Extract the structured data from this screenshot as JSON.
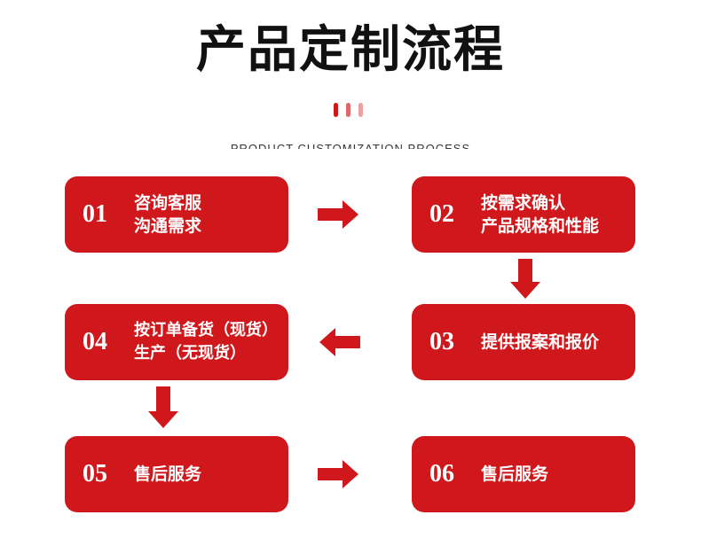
{
  "title": "产品定制流程",
  "subtitle": "PRODUCT CUSTOMIZATION PROCESS",
  "colors": {
    "accent": "#d0181c",
    "bar_1": "#d0181c",
    "bar_2": "#e0666a",
    "bar_3": "#eba0a2"
  },
  "steps": [
    {
      "num": "01",
      "lines": [
        "咨询客服",
        "沟通需求"
      ]
    },
    {
      "num": "02",
      "lines": [
        "按需求确认",
        "产品规格和性能"
      ]
    },
    {
      "num": "03",
      "lines": [
        "提供报案和报价"
      ]
    },
    {
      "num": "04",
      "lines": [
        "按订单备货（现货）",
        "生产（无现货）"
      ]
    },
    {
      "num": "05",
      "lines": [
        "售后服务"
      ]
    },
    {
      "num": "06",
      "lines": [
        "售后服务"
      ]
    }
  ],
  "arrows": [
    {
      "from": "01",
      "to": "02",
      "direction": "right"
    },
    {
      "from": "02",
      "to": "03",
      "direction": "down"
    },
    {
      "from": "03",
      "to": "04",
      "direction": "left"
    },
    {
      "from": "04",
      "to": "05",
      "direction": "down"
    },
    {
      "from": "05",
      "to": "06",
      "direction": "right"
    }
  ]
}
